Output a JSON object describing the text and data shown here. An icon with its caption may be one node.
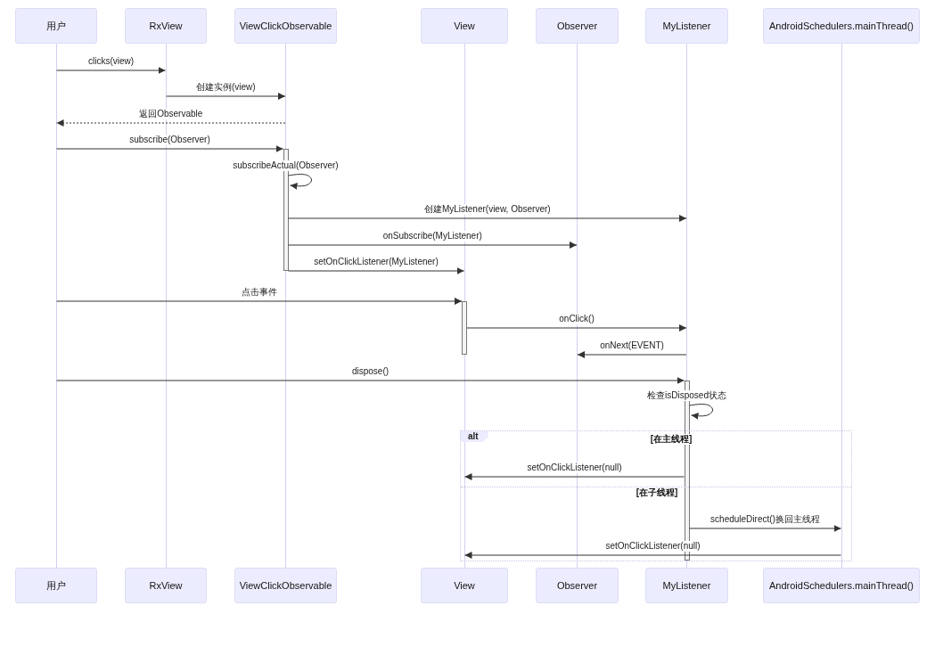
{
  "diagram": {
    "nodes": [
      {
        "text": [
          "用户"
        ]
      },
      {
        "text": [
          "RxView"
        ]
      },
      {
        "text": [
          "ViewClickObservable"
        ]
      },
      {
        "text": [
          "View"
        ]
      },
      {
        "text": [
          "Observer"
        ]
      },
      {
        "text": [
          "MyListener"
        ]
      },
      {
        "text": [
          "AndroidSchedulers.mainThread()"
        ]
      },
      {
        "text": [],
        "shape": "line"
      },
      {
        "text": [],
        "shape": "line"
      },
      {
        "text": [],
        "shape": "line"
      },
      {
        "text": [],
        "shape": "line"
      },
      {
        "text": [],
        "shape": "line"
      },
      {
        "text": [],
        "shape": "line"
      },
      {
        "text": [],
        "shape": "line"
      },
      {
        "text": [
          "用户"
        ]
      },
      {
        "text": [
          "RxView"
        ]
      },
      {
        "text": [
          "ViewClickObservable"
        ]
      },
      {
        "text": [
          "View"
        ]
      },
      {
        "text": [
          "Observer"
        ]
      },
      {
        "text": [
          "MyListener"
        ]
      },
      {
        "text": [
          "AndroidSchedulers.mainThread()"
        ]
      }
    ],
    "edges": [
      {
        "from": 7,
        "to": 8,
        "arrow": "to",
        "label": "clicks(view)"
      },
      {
        "from": 8,
        "to": 9,
        "arrow": "to",
        "label": "创建实例(view)"
      },
      {
        "from": 9,
        "to": 7,
        "arrow": "to",
        "label": "返回Observable",
        "style": "dashed"
      },
      {
        "from": 7,
        "to": 9,
        "arrow": "to",
        "label": "subscribe(Observer)"
      },
      {
        "from": 9,
        "to": 9,
        "arrow": "to",
        "label": "subscribeActual(Observer)"
      },
      {
        "from": 9,
        "to": 12,
        "arrow": "to",
        "label": "创建MyListener(view, Observer)"
      },
      {
        "from": 9,
        "to": 11,
        "arrow": "to",
        "label": "onSubscribe(MyListener)"
      },
      {
        "from": 9,
        "to": 10,
        "arrow": "to",
        "label": "setOnClickListener(MyListener)"
      },
      {
        "from": 7,
        "to": 10,
        "arrow": "to",
        "label": "点击事件"
      },
      {
        "from": 10,
        "to": 12,
        "arrow": "to",
        "label": "onClick()"
      },
      {
        "from": 12,
        "to": 11,
        "arrow": "to",
        "label": "onNext(EVENT)"
      },
      {
        "from": 7,
        "to": 12,
        "arrow": "to",
        "label": "dispose()"
      },
      {
        "from": 12,
        "to": 12,
        "arrow": "to",
        "label": "检查isDisposed状态"
      },
      {
        "from": 12,
        "to": 10,
        "arrow": "to",
        "label": "setOnClickListener(null)"
      },
      {
        "from": 12,
        "to": 13,
        "arrow": "to",
        "label": "scheduleDirect()换回主线程"
      },
      {
        "from": 13,
        "to": 10,
        "arrow": "to",
        "label": "setOnClickListener(null)"
      }
    ],
    "labels": [
      "alt",
      "[在主线程]",
      "[在子线程]"
    ]
  }
}
